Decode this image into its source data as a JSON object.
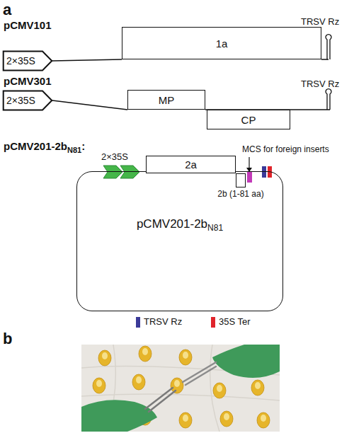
{
  "diagram": {
    "nodes": [
      {
        "text": [
          "2×35S"
        ]
      },
      {
        "text": [
          "1a"
        ]
      },
      {
        "text": [
          "2×35S"
        ]
      },
      {
        "text": [
          "MP"
        ]
      },
      {
        "text": [
          "CP"
        ]
      },
      {
        "text": [
          "pCMV201-2b",
          "N81"
        ]
      },
      {
        "text": [
          "2a"
        ]
      },
      {
        "text": [
          "2b (1-81 aa)"
        ]
      }
    ],
    "edges": [
      {
        "from": 0,
        "to": 1,
        "arrow": "none"
      },
      {
        "from": 2,
        "to": 3,
        "arrow": "none"
      }
    ],
    "labels": [
      "a",
      "pCMV101",
      "TRSV Rz",
      "pCMV301",
      "TRSV Rz",
      "pCMV201-2b",
      "N81",
      ":",
      "2×35S",
      "MCS for foreign inserts",
      "b"
    ],
    "legend": [
      {
        "text": "TRSV Rz",
        "color": "#3b3a98"
      },
      {
        "text": "35S Ter",
        "color": "#e0242b"
      }
    ]
  }
}
